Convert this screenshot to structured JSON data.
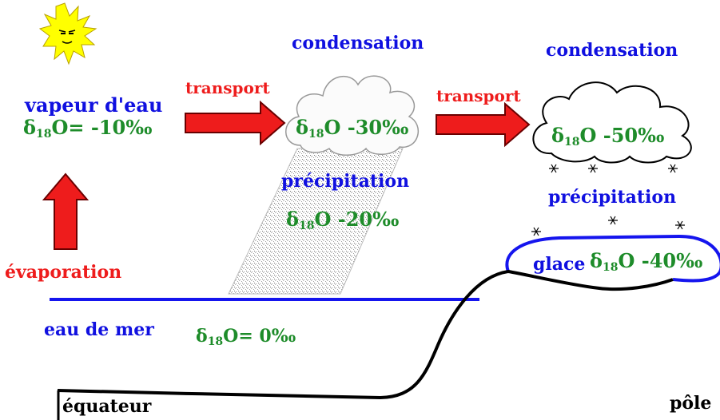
{
  "labels": {
    "vapor": "vapeur d'eau",
    "transport_1": "transport",
    "transport_2": "transport",
    "condensation_1": "condensation",
    "condensation_2": "condensation",
    "precipitation_1": "précipitation",
    "precipitation_2": "précipitation",
    "evaporation": "évaporation",
    "sea_water": "eau de mer",
    "ice": "glace",
    "equator": "équateur",
    "pole": "pôle"
  },
  "isotope": {
    "symbol": "δ",
    "subscript": "18",
    "element": "O",
    "vapor_value": "= -10‰",
    "cloud_1_value": " -30‰",
    "rain_value": " -20‰",
    "cloud_2_value": " -50‰",
    "ice_value": " -40‰",
    "sea_value": "= 0‰"
  },
  "colors": {
    "process_labels": "#ee1c1c",
    "water_labels": "#1010e0",
    "isotope_values": "#1e8c2a",
    "arrows": "#ee1c1c",
    "sun": "#ffff00"
  },
  "icons": [
    "sun-icon",
    "cloud-icon",
    "snowflake-icon",
    "arrow-icon"
  ]
}
